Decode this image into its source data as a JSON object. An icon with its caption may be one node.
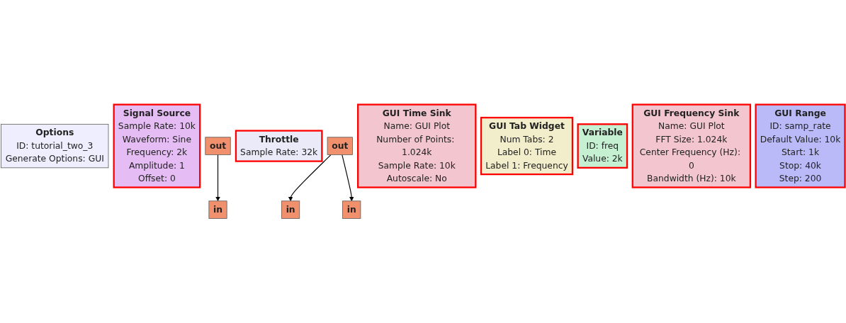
{
  "diagram": {
    "nodes": [
      {
        "text": [
          "Options",
          "ID: tutorial_two_3",
          "Generate Options: GUI"
        ]
      },
      {
        "text": [
          "Signal Source",
          "Sample Rate: 10k",
          "Waveform: Sine",
          "Frequency: 2k",
          "Amplitude: 1",
          "Offset: 0"
        ]
      },
      {
        "text": [
          "out"
        ]
      },
      {
        "text": [
          "in"
        ]
      },
      {
        "text": [
          "Throttle",
          "Sample Rate: 32k"
        ]
      },
      {
        "text": [
          "out"
        ]
      },
      {
        "text": [
          "in"
        ]
      },
      {
        "text": [
          "GUI Time Sink",
          "Name: GUI Plot",
          "Number of Points: 1.024k",
          "Sample Rate: 10k",
          "Autoscale: No"
        ]
      },
      {
        "text": [
          "GUI Tab Widget",
          "Num Tabs: 2",
          "Label 0: Time",
          "Label 1: Frequency"
        ]
      },
      {
        "text": [
          "Variable",
          "ID: freq",
          "Value: 2k"
        ]
      },
      {
        "text": [
          "in"
        ]
      },
      {
        "text": [
          "GUI Frequency Sink",
          "Name: GUI Plot",
          "FFT Size: 1.024k",
          "Center Frequency (Hz): 0",
          "Bandwidth (Hz): 10k"
        ]
      },
      {
        "text": [
          "GUI Range",
          "ID: samp_rate",
          "Default Value: 10k",
          "Start: 1k",
          "Stop: 40k",
          "Step: 200"
        ]
      }
    ],
    "edges": [
      {
        "from": 2,
        "to": 3,
        "arrow": "to"
      },
      {
        "from": 5,
        "to": 6,
        "arrow": "to"
      },
      {
        "from": 5,
        "to": 10,
        "arrow": "to"
      }
    ]
  }
}
